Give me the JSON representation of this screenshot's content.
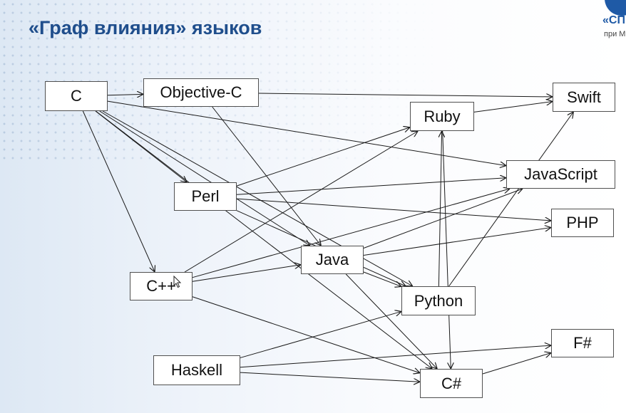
{
  "slide": {
    "title": "«Граф влияния» языков",
    "logo_text": "«СП",
    "logo_subtext": "при М"
  },
  "colors": {
    "title": "#1f4e8c",
    "node_border": "#505050",
    "edge": "#1a1a1a"
  },
  "nodes": {
    "c": "C",
    "objc": "Objective-C",
    "perl": "Perl",
    "cpp": "C++",
    "haskell": "Haskell",
    "java": "Java",
    "ruby": "Ruby",
    "python": "Python",
    "csharp": "C#",
    "swift": "Swift",
    "javascript": "JavaScript",
    "php": "PHP",
    "fsharp": "F#"
  },
  "edges": [
    [
      "c",
      "objc"
    ],
    [
      "c",
      "perl"
    ],
    [
      "c",
      "cpp"
    ],
    [
      "c",
      "java"
    ],
    [
      "c",
      "csharp"
    ],
    [
      "c",
      "python"
    ],
    [
      "c",
      "javascript"
    ],
    [
      "objc",
      "swift"
    ],
    [
      "objc",
      "java"
    ],
    [
      "perl",
      "ruby"
    ],
    [
      "perl",
      "javascript"
    ],
    [
      "perl",
      "php"
    ],
    [
      "perl",
      "python"
    ],
    [
      "cpp",
      "java"
    ],
    [
      "cpp",
      "ruby"
    ],
    [
      "cpp",
      "javascript"
    ],
    [
      "cpp",
      "csharp"
    ],
    [
      "haskell",
      "python"
    ],
    [
      "haskell",
      "csharp"
    ],
    [
      "haskell",
      "fsharp"
    ],
    [
      "java",
      "javascript"
    ],
    [
      "java",
      "php"
    ],
    [
      "java",
      "python"
    ],
    [
      "java",
      "csharp"
    ],
    [
      "ruby",
      "swift"
    ],
    [
      "ruby",
      "csharp"
    ],
    [
      "python",
      "swift"
    ],
    [
      "python",
      "ruby"
    ],
    [
      "csharp",
      "fsharp"
    ]
  ]
}
